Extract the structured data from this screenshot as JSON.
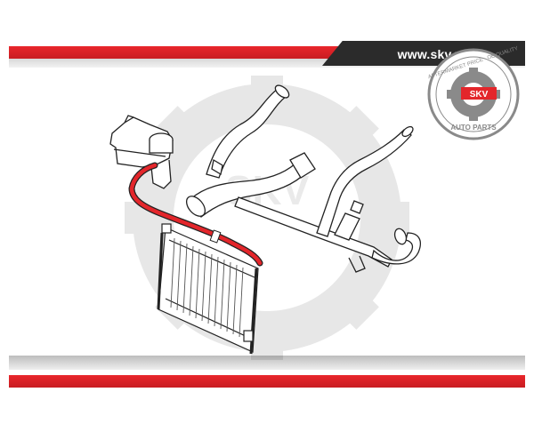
{
  "header": {
    "website": "www.skv.pl"
  },
  "logo": {
    "ring_text": "AFTERMARKET PRICE · OE QUALITY",
    "bottom_text": "AUTO PARTS",
    "brand": "SKV"
  },
  "watermark": {
    "brand": "SKV"
  },
  "colors": {
    "accent_red": "#e3262b",
    "dark": "#2b2b2b",
    "logo_gray": "#8a8a8a"
  }
}
